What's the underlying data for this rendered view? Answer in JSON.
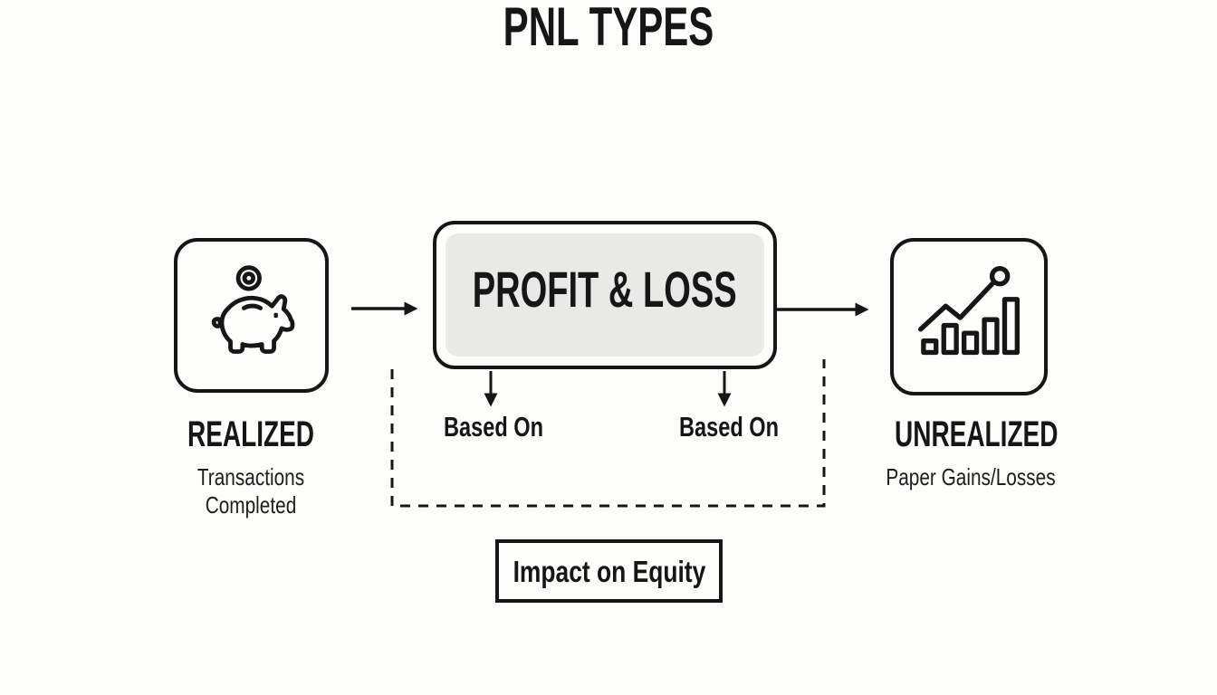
{
  "title": "PNL TYPES",
  "colors": {
    "ink": "#161616",
    "panel_fill": "#e9e9e7",
    "background": "#fdfdfc"
  },
  "nodes": {
    "realized": {
      "icon": "piggy-bank-icon",
      "label": "REALIZED",
      "sublines": [
        "Transactions",
        "Completed"
      ]
    },
    "profit_loss": {
      "label": "PROFIT & LOSS"
    },
    "unrealized": {
      "icon": "growth-chart-icon",
      "label": "UNREALIZED",
      "subline": "Paper Gains/Losses"
    }
  },
  "connectors": {
    "left_based_on": "Based On",
    "right_based_on": "Based On"
  },
  "impact": {
    "label": "Impact on Equity"
  }
}
